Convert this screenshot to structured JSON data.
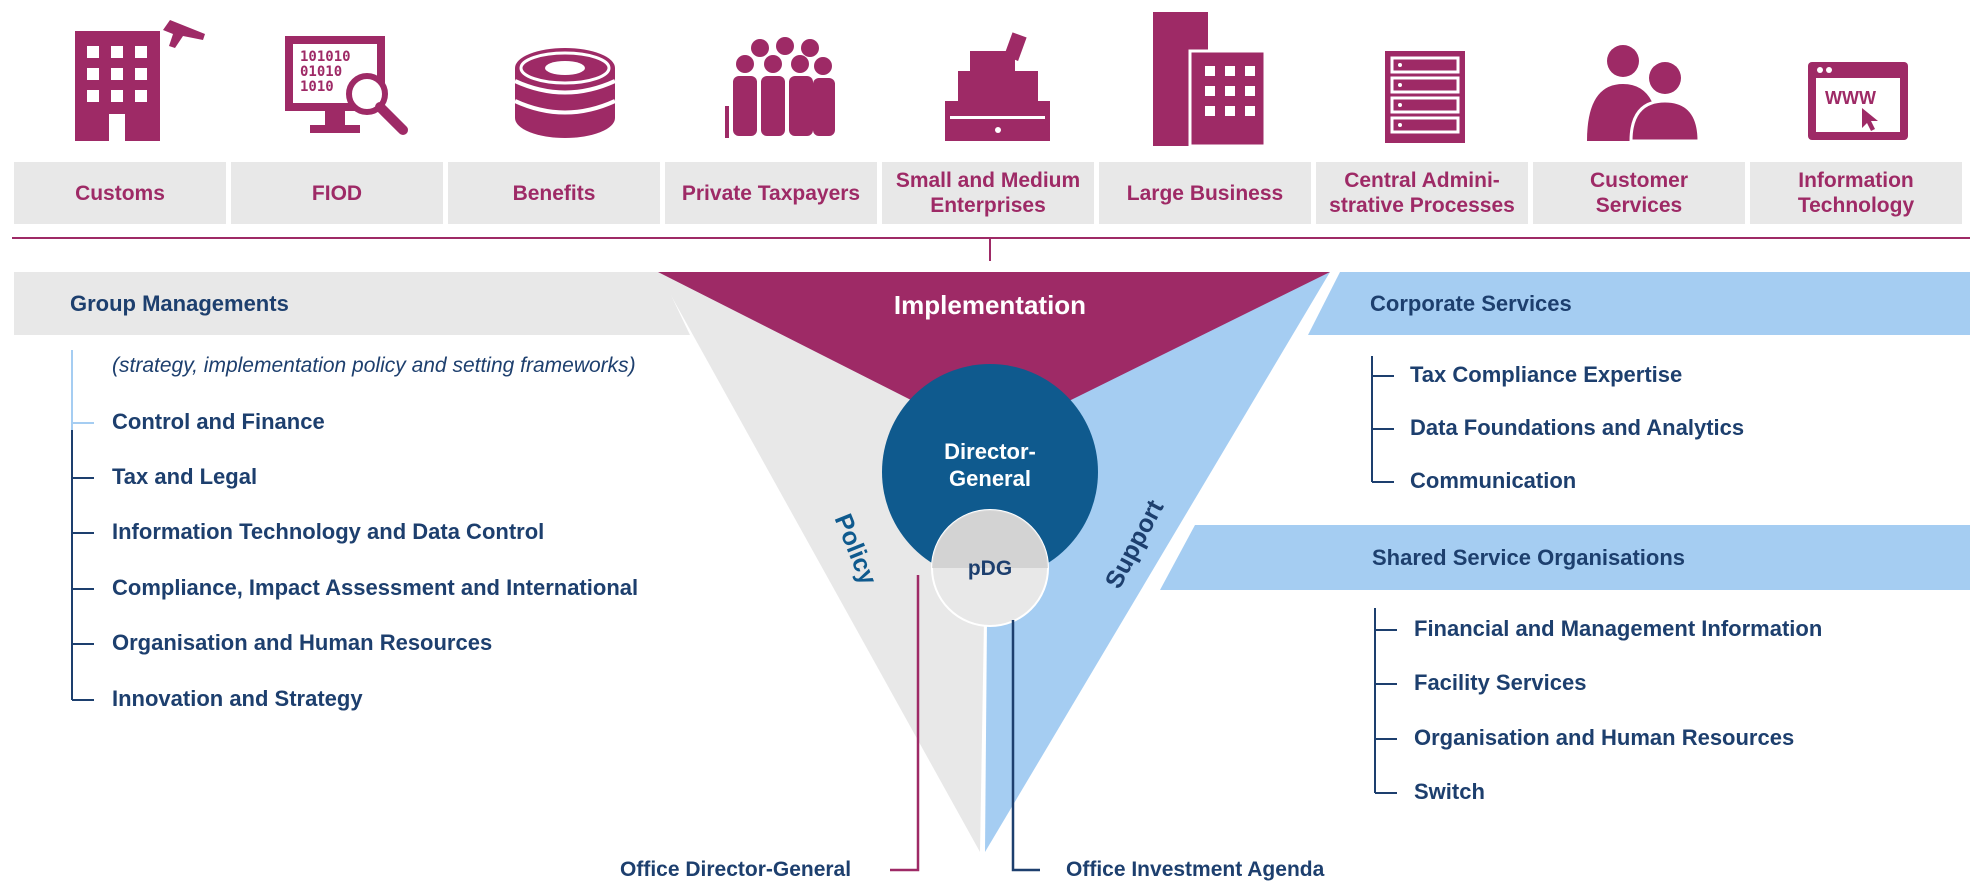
{
  "divisions": [
    {
      "label": "Customs",
      "icon": "office-building-plane-icon"
    },
    {
      "label": "FIOD",
      "icon": "binary-magnifier-icon"
    },
    {
      "label": "Benefits",
      "icon": "coin-stack-icon"
    },
    {
      "label": "Private Taxpayers",
      "icon": "people-group-icon"
    },
    {
      "label": "Small and Medium\nEnterprises",
      "icon": "cash-register-icon"
    },
    {
      "label": "Large Business",
      "icon": "skyscrapers-icon"
    },
    {
      "label": "Central Admini-\nstrative Processes",
      "icon": "server-rack-icon"
    },
    {
      "label": "Customer\nServices",
      "icon": "conversation-people-icon"
    },
    {
      "label": "Information\nTechnology",
      "icon": "web-browser-icon"
    }
  ],
  "center": {
    "implementation": "Implementation",
    "director_general": "Director-\nGeneral",
    "pdg": "pDG",
    "policy": "Policy",
    "support": "Support"
  },
  "group_managements": {
    "title": "Group Managements",
    "note": "(strategy, implementation policy and setting frameworks)",
    "items": [
      "Control and Finance",
      "Tax and Legal",
      "Information Technology and Data Control",
      "Compliance, Impact Assessment and International",
      "Organisation and Human Resources",
      "Innovation and Strategy"
    ]
  },
  "corporate_services": {
    "title": "Corporate Services",
    "items": [
      "Tax Compliance Expertise",
      "Data Foundations and Analytics",
      "Communication"
    ]
  },
  "shared_services": {
    "title": "Shared Service Organisations",
    "items": [
      "Financial and Management Information",
      "Facility Services",
      "Organisation and Human Resources",
      "Switch"
    ]
  },
  "footer": {
    "office_dg": "Office Director-General",
    "office_investment": "Office Investment Agenda"
  },
  "colors": {
    "magenta": "#9e2a66",
    "navy": "#1d3f6e",
    "blue_dark": "#0f5a8e",
    "blue_light": "#a5cdf2",
    "grey": "#e8e8e8"
  }
}
